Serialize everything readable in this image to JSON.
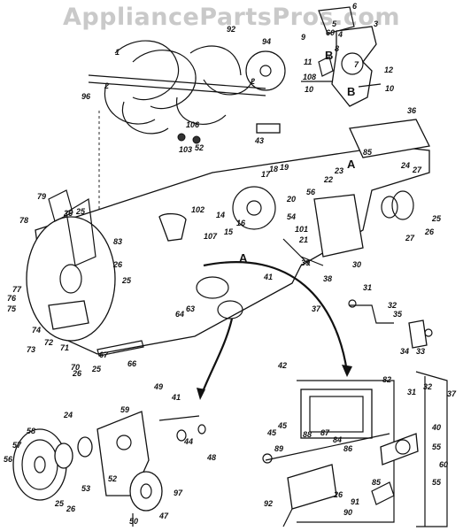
{
  "watermark": "AppliancePartsPros.com",
  "section_letters": [
    "A",
    "A",
    "B",
    "B"
  ],
  "small_texts": [
    "43"
  ],
  "part_labels": [
    "1",
    "2",
    "2",
    "3",
    "4",
    "5",
    "6",
    "7",
    "8",
    "9",
    "10",
    "10",
    "11",
    "12",
    "14",
    "15",
    "16",
    "17",
    "18",
    "19",
    "20",
    "21",
    "22",
    "23",
    "24",
    "24",
    "25",
    "25",
    "25",
    "25",
    "25",
    "26",
    "26",
    "26",
    "26",
    "26",
    "26",
    "27",
    "27",
    "30",
    "31",
    "31",
    "32",
    "32",
    "33",
    "34",
    "35",
    "36",
    "37",
    "37",
    "38",
    "39",
    "40",
    "41",
    "41",
    "42",
    "44",
    "45",
    "45",
    "47",
    "48",
    "49",
    "50",
    "52",
    "52",
    "53",
    "54",
    "55",
    "55",
    "56",
    "56",
    "57",
    "58",
    "59",
    "60",
    "60",
    "63",
    "64",
    "66",
    "67",
    "70",
    "71",
    "72",
    "73",
    "74",
    "75",
    "76",
    "77",
    "78",
    "79",
    "82",
    "83",
    "84",
    "85",
    "85",
    "86",
    "87",
    "88",
    "89",
    "90",
    "91",
    "92",
    "92",
    "94",
    "96",
    "97",
    "101",
    "102",
    "103",
    "106",
    "107",
    "108"
  ],
  "colors": {
    "ink": "#111111",
    "watermark": "#c9c9c9",
    "background": "#ffffff"
  }
}
